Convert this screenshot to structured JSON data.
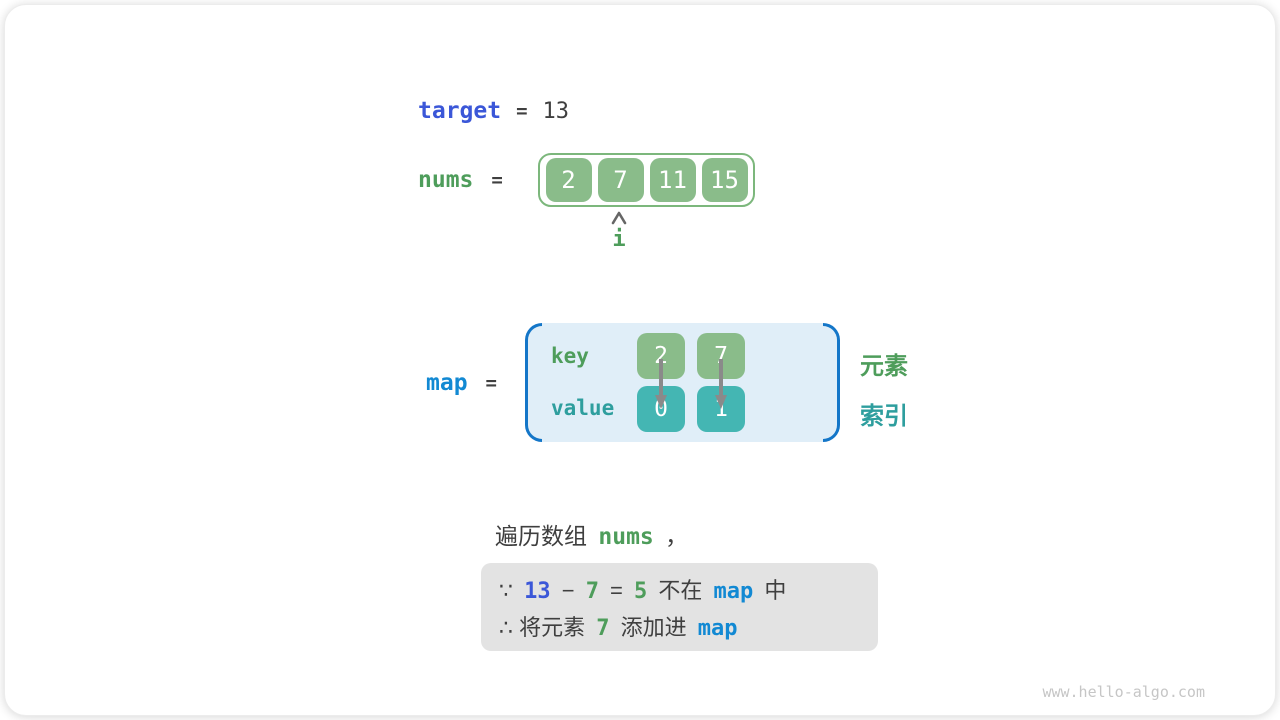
{
  "colors": {
    "indigo": "#3b57d8",
    "green": "#4e9d5b",
    "azure": "#1289d3",
    "teal": "#2e9e9e",
    "dark": "#3f3f3f",
    "box_green": "#8abc8a",
    "box_teal": "#44b6b3",
    "arr_border": "#7cb77c",
    "map_bg": "#e0eef8",
    "bracket": "#1476c8",
    "note_bg": "#e3e3e3",
    "arrow": "#8a8a8a",
    "watermark": "#c6c6c6",
    "card_bg": "#ffffff"
  },
  "target": {
    "name": "target",
    "eq": "=",
    "value": "13"
  },
  "nums": {
    "name": "nums",
    "eq": "=",
    "values": [
      "2",
      "7",
      "11",
      "15"
    ]
  },
  "pointer": {
    "icon": "up-arrowhead",
    "label": "i"
  },
  "map": {
    "name": "map",
    "eq": "=",
    "rows": [
      {
        "label": "key",
        "cells": [
          "2",
          "7"
        ]
      },
      {
        "label": "value",
        "cells": [
          "0",
          "1"
        ]
      }
    ],
    "side_labels": [
      {
        "text": "元素"
      },
      {
        "text": "索引"
      }
    ]
  },
  "caption": [
    {
      "t": "遍历数组 "
    },
    {
      "t": "nums",
      "c": "green"
    },
    {
      "t": " ，"
    }
  ],
  "note": {
    "line1": [
      {
        "t": "∵ "
      },
      {
        "t": "13",
        "c": "indigo"
      },
      {
        "t": " − "
      },
      {
        "t": "7",
        "c": "green"
      },
      {
        "t": " = "
      },
      {
        "t": "5",
        "c": "green"
      },
      {
        "t": " 不在 "
      },
      {
        "t": "map",
        "c": "azure"
      },
      {
        "t": " 中"
      }
    ],
    "line2": [
      {
        "t": "∴ 将元素 "
      },
      {
        "t": "7",
        "c": "green"
      },
      {
        "t": " 添加进 "
      },
      {
        "t": "map",
        "c": "azure"
      }
    ]
  },
  "watermark": "www.hello-algo.com"
}
